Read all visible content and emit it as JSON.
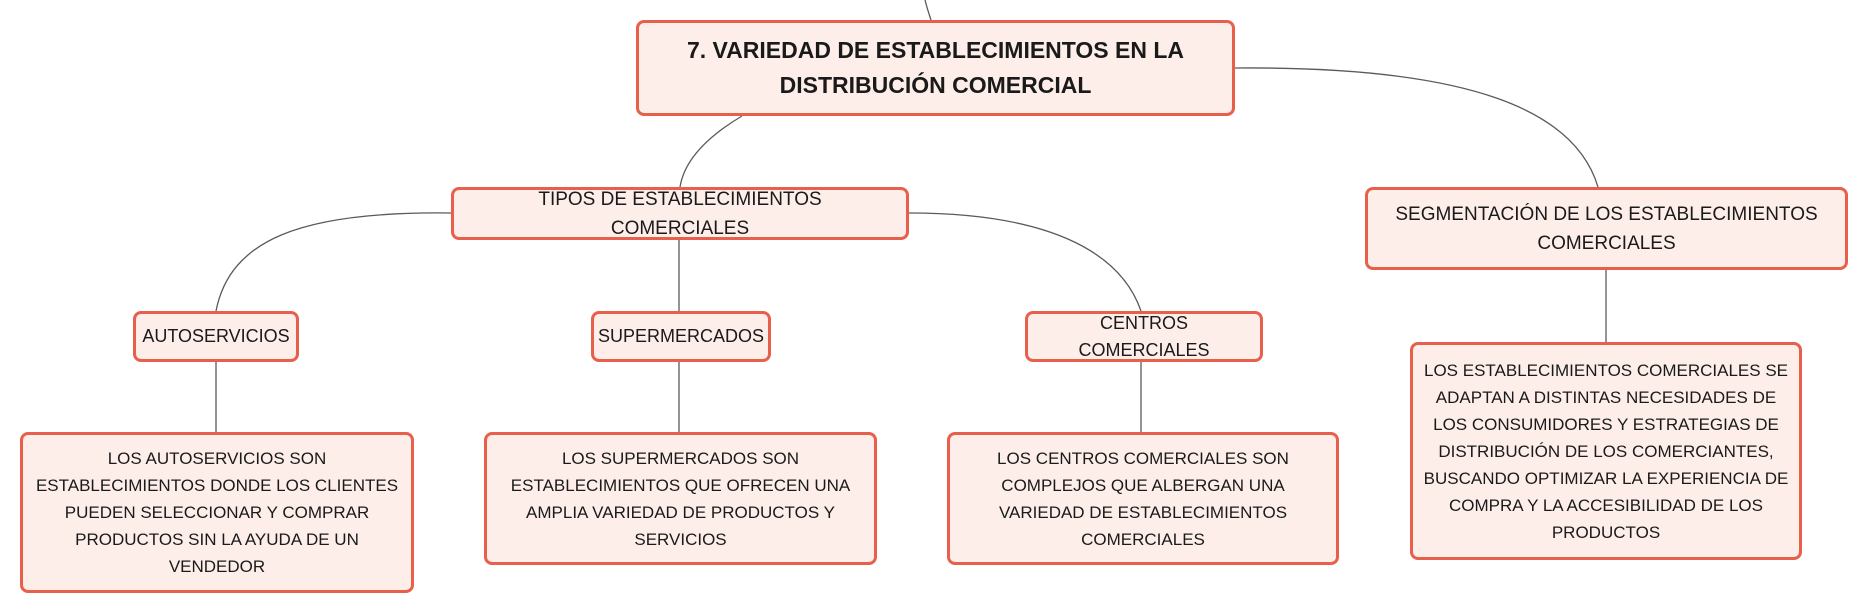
{
  "mindmap": {
    "root": {
      "title": "7. VARIEDAD DE ESTABLECIMIENTOS EN LA DISTRIBUCIÓN COMERCIAL"
    },
    "tipos": {
      "title": "TIPOS DE ESTABLECIMIENTOS COMERCIALES",
      "children": [
        {
          "title": "AUTOSERVICIOS",
          "description": "LOS AUTOSERVICIOS SON ESTABLECIMIENTOS DONDE LOS CLIENTES PUEDEN SELECCIONAR Y COMPRAR PRODUCTOS SIN LA AYUDA DE UN VENDEDOR"
        },
        {
          "title": "SUPERMERCADOS",
          "description": "LOS SUPERMERCADOS SON ESTABLECIMIENTOS QUE OFRECEN UNA AMPLIA VARIEDAD DE PRODUCTOS Y SERVICIOS"
        },
        {
          "title": "CENTROS COMERCIALES",
          "description": "LOS CENTROS COMERCIALES SON COMPLEJOS QUE ALBERGAN UNA VARIEDAD DE ESTABLECIMIENTOS COMERCIALES"
        }
      ]
    },
    "segmentacion": {
      "title": "SEGMENTACIÓN DE LOS ESTABLECIMIENTOS COMERCIALES",
      "description": "LOS ESTABLECIMIENTOS COMERCIALES SE ADAPTAN A DISTINTAS NECESIDADES DE LOS CONSUMIDORES Y ESTRATEGIAS DE DISTRIBUCIÓN DE LOS COMERCIANTES, BUSCANDO OPTIMIZAR LA EXPERIENCIA DE COMPRA Y LA ACCESIBILIDAD DE LOS PRODUCTOS"
    }
  },
  "colors": {
    "node_fill": "#fdeeea",
    "node_border": "#e8604b",
    "connector": "#5a5a5a",
    "text": "#1a1a1a"
  }
}
